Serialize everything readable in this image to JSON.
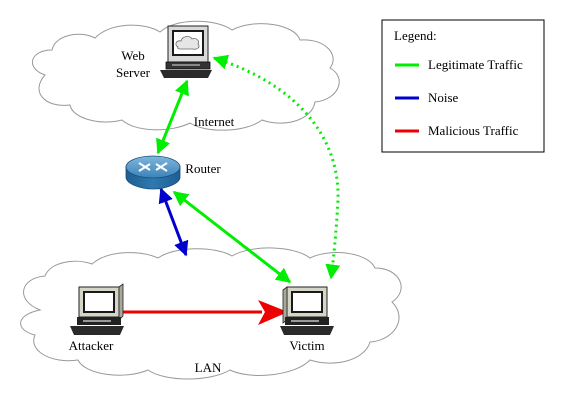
{
  "diagram": {
    "labels": {
      "web_server_line1": "Web",
      "web_server_line2": "Server",
      "internet": "Internet",
      "router": "Router",
      "attacker": "Attacker",
      "victim": "Victim",
      "lan": "LAN"
    },
    "legend": {
      "title": "Legend:",
      "items": [
        {
          "label": "Legitimate Traffic",
          "color": "#00ee00"
        },
        {
          "label": "Noise",
          "color": "#0000cc"
        },
        {
          "label": "Malicious Traffic",
          "color": "#ee0000"
        }
      ]
    },
    "links": [
      {
        "from": "web-server",
        "to": "router",
        "type": "legitimate",
        "color": "#00ee00",
        "style": "solid",
        "arrows": "both"
      },
      {
        "from": "web-server",
        "to": "victim",
        "type": "legitimate",
        "color": "#00ee00",
        "style": "dotted",
        "arrows": "both"
      },
      {
        "from": "router",
        "to": "victim",
        "type": "legitimate",
        "color": "#00ee00",
        "style": "solid",
        "arrows": "both"
      },
      {
        "from": "router",
        "to": "lan",
        "type": "noise",
        "color": "#0000cc",
        "style": "solid",
        "arrows": "both"
      },
      {
        "from": "attacker",
        "to": "victim",
        "type": "malicious",
        "color": "#ee0000",
        "style": "solid",
        "arrows": "to"
      }
    ]
  }
}
